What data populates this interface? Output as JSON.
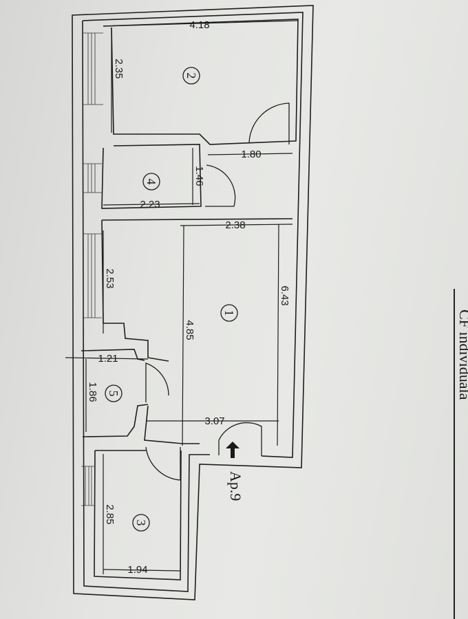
{
  "plan": {
    "entrance_label": "Ap.9",
    "side_label": "CF individuala",
    "rooms": [
      "1",
      "2",
      "3",
      "4",
      "5"
    ],
    "dimensions": {
      "room2_width": "4.18",
      "room2_depth": "2.35",
      "room1_top_offset": "1.80",
      "room4_depth": "1.46",
      "room4_width": "2.23",
      "room1_width": "2.38",
      "room1_length": "6.43",
      "wall_segment": "2.53",
      "room1_mid": "4.85",
      "room5_width": "1.21",
      "room5_depth": "1.86",
      "room1_bottom_width": "3.07",
      "room3_depth": "2.85",
      "room3_width": "1.94"
    }
  }
}
